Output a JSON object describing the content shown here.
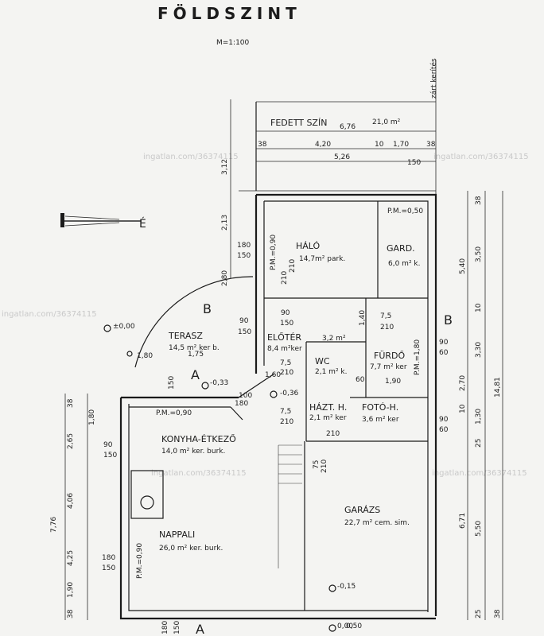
{
  "title": "FÖLDSZINT",
  "scale": "M=1:100",
  "north": "É",
  "section_mark": "B",
  "section_mark_a": "A",
  "watermark": "ingatlan.com/36374115",
  "rooms": {
    "fedett_szin": {
      "name": "FEDETT SZÍN",
      "area": "21,0 m²",
      "dim": "6,76"
    },
    "halo": {
      "name": "HÁLÓ",
      "area": "14,7m² park."
    },
    "gard": {
      "name": "GARD.",
      "area": "6,0 m² k."
    },
    "terasz": {
      "name": "TERASZ",
      "area": "14,5 m² ker b."
    },
    "eloter": {
      "name": "ELŐTÉR",
      "area": "8,4 m²ker"
    },
    "wc": {
      "name": "WC",
      "area": "2,1 m² k."
    },
    "furdo": {
      "name": "FÜRDŐ",
      "area": "7,7 m² ker"
    },
    "hazt": {
      "name": "HÁZT. H.",
      "area": "2,1 m² ker"
    },
    "foto": {
      "name": "FOTÓ-H.",
      "area": "3,6 m² ker"
    },
    "konyha": {
      "name": "KONYHA-ÉTKEZŐ",
      "area": "14,0 m² ker. burk."
    },
    "nappali": {
      "name": "NAPPALI",
      "area": "26,0 m² ker. burk."
    },
    "garazs": {
      "name": "GARÁZS",
      "area": "22,7 m² cem. sim."
    },
    "kozl": {
      "area": "3,2 m²"
    }
  },
  "labels": {
    "zart_kerites": "zárt kerítés",
    "pm_090": "P.M.=0,90",
    "pm_050": "P.M.=0,50",
    "pm_180": "P.M.=1,80",
    "pm_090_v": "P.M.=0,90",
    "pm_090_nappali": "P.M.=0,90",
    "level_000": "±0,00",
    "level_033": "-0,33",
    "level_036": "-0,36",
    "level_015": "-0,15",
    "level_160": "1,60",
    "e_0": "0,00"
  },
  "dims": {
    "top": [
      "38",
      "4,20",
      "10",
      "1,70",
      "38",
      "5,26",
      "150"
    ],
    "left_top": [
      "3,12",
      "2,13",
      "2,80"
    ],
    "left_bottom": [
      "38",
      "1,80",
      "2,65",
      "90",
      "4,06",
      "7,76",
      "150",
      "4,25",
      "180",
      "150",
      "1,90",
      "38"
    ],
    "right": [
      "38",
      "3,50",
      "5,40",
      "10",
      "3,30",
      "14,81",
      "2,70",
      "1,30",
      "10",
      "25",
      "6,71",
      "5,50",
      "25",
      "38"
    ],
    "misc": [
      "180",
      "150",
      "90",
      "210",
      "150",
      "1,80",
      "1,75",
      "90",
      "150",
      "7,5",
      "210",
      "7,5",
      "210",
      "90",
      "60",
      "90",
      "60",
      "1,90",
      "150",
      "180",
      "150",
      "180",
      "210",
      "75",
      "210",
      "0,50",
      "1,40",
      "7,5",
      "210",
      "100",
      "210",
      "60"
    ]
  }
}
